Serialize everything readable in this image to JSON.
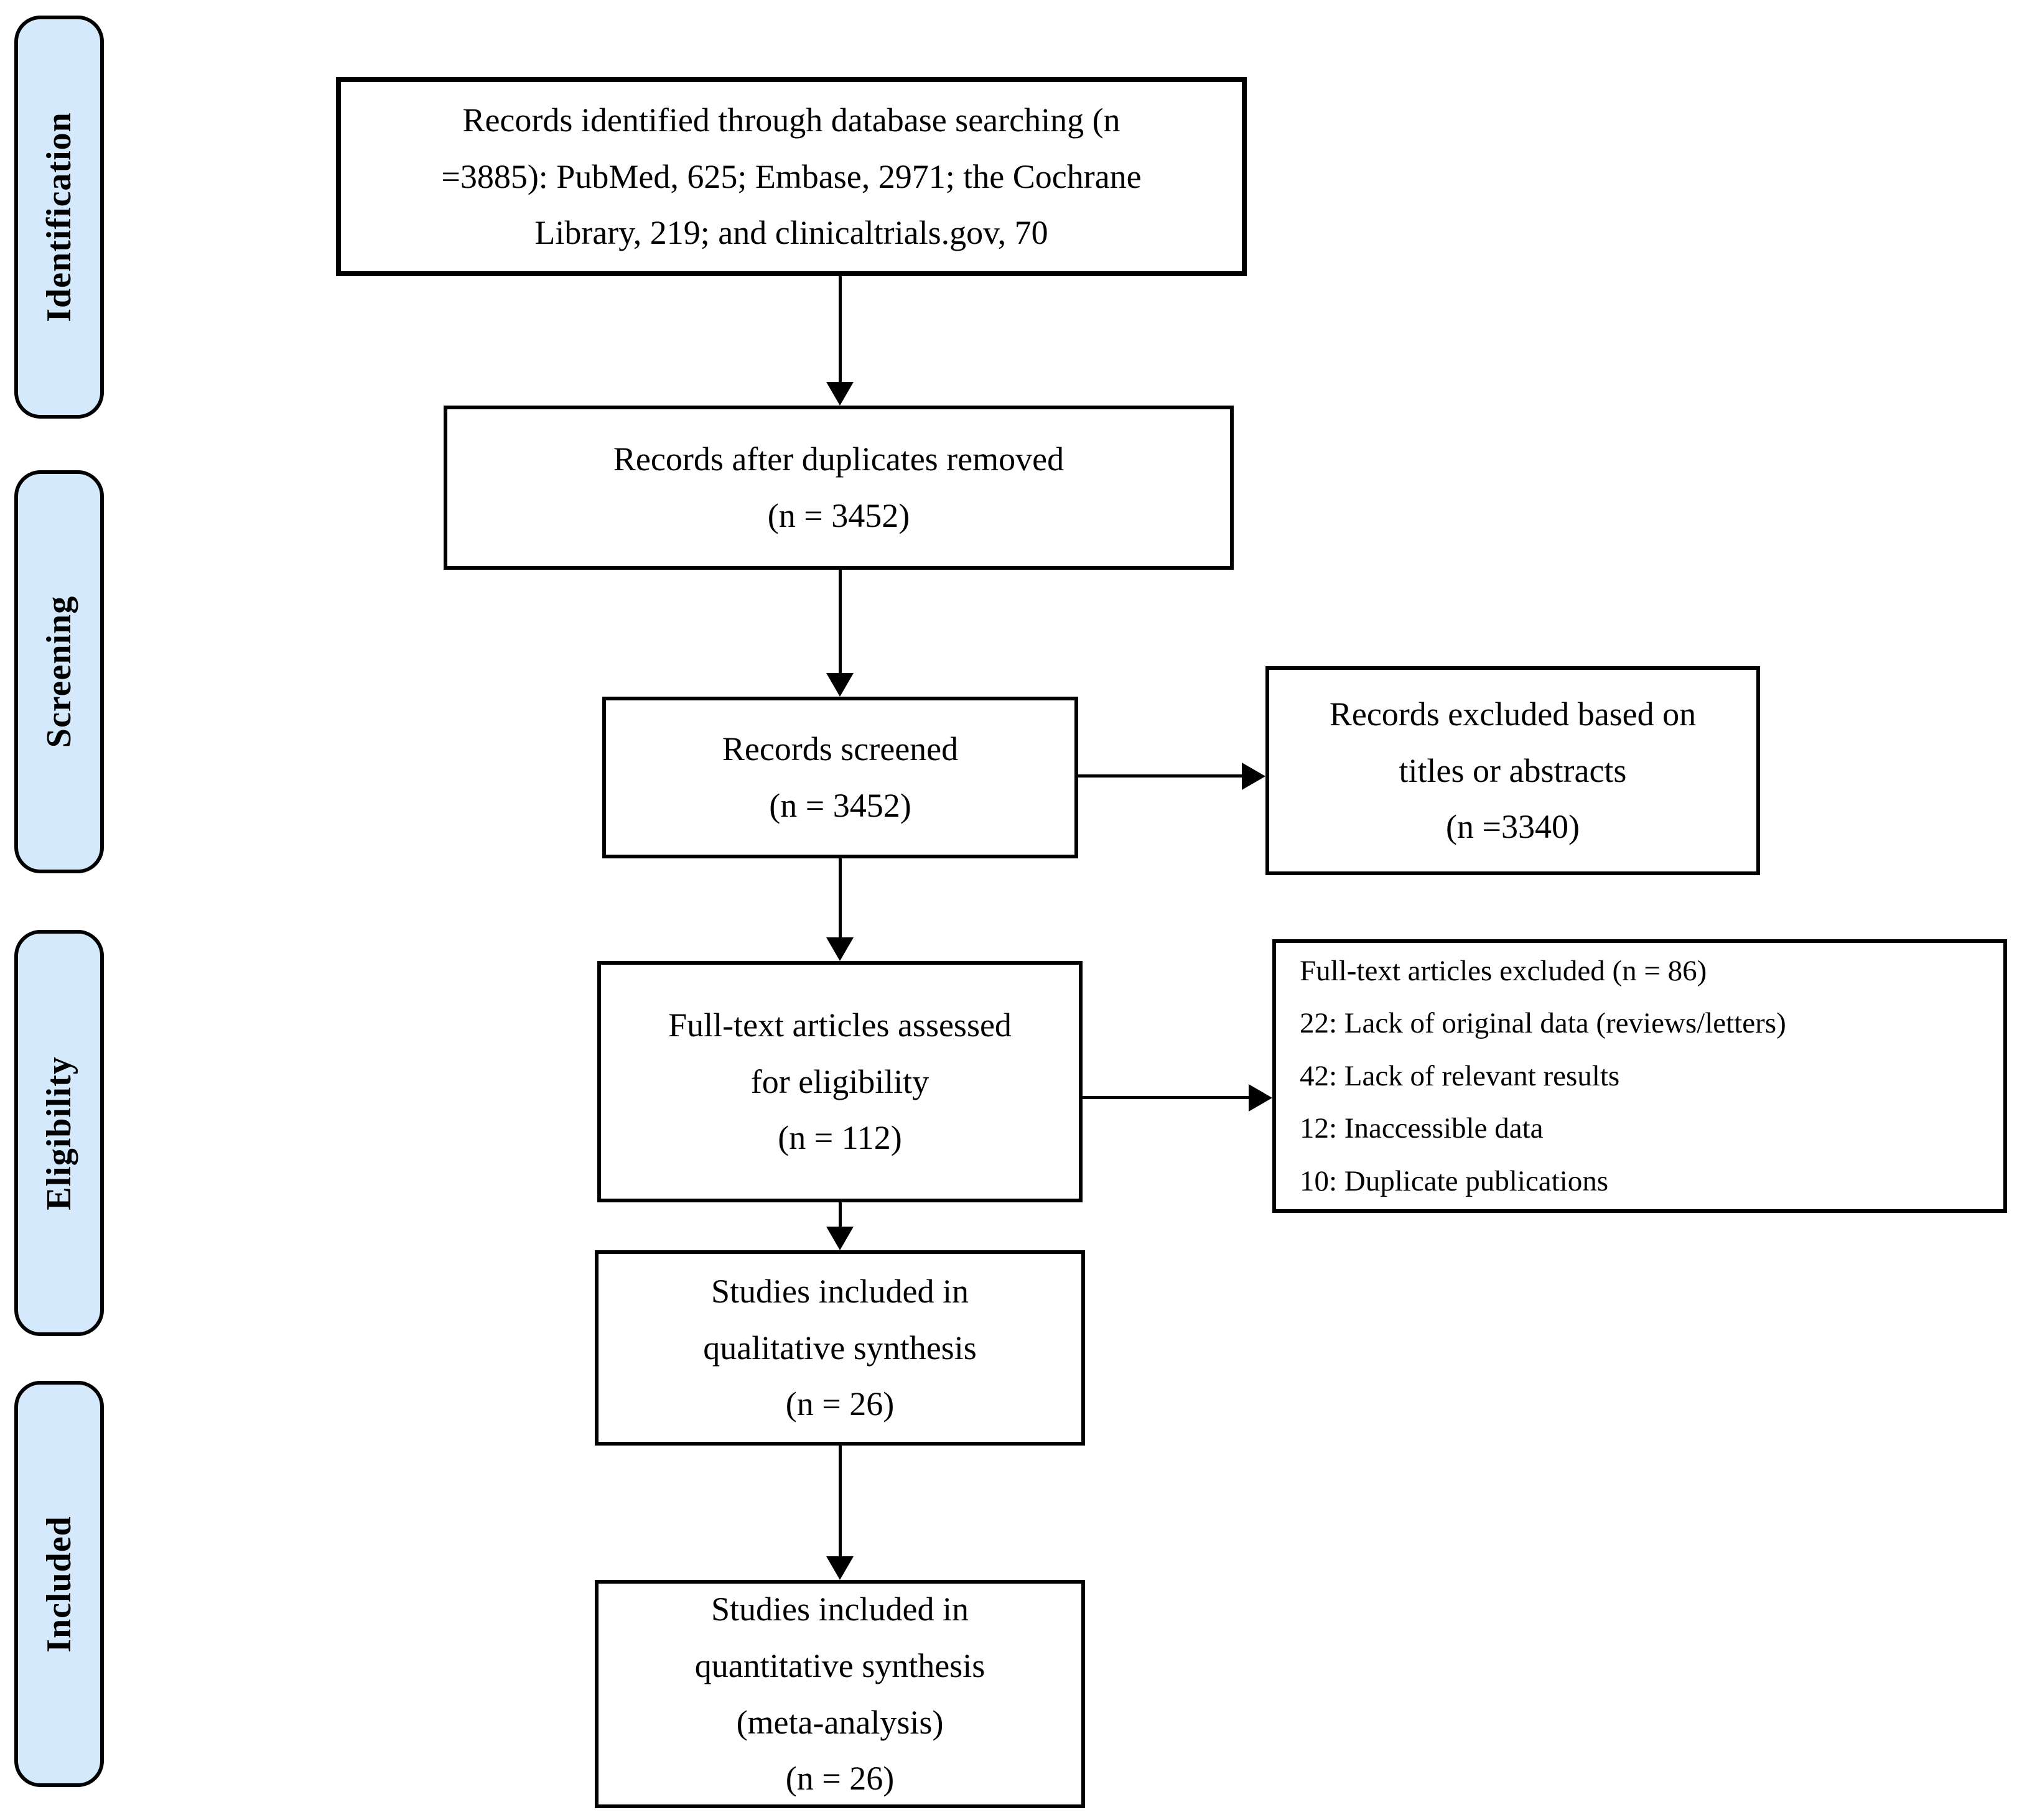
{
  "figure": {
    "type": "prisma-flow-diagram",
    "stages": [
      {
        "label": "Identification"
      },
      {
        "label": "Screening"
      },
      {
        "label": "Eligibility"
      },
      {
        "label": "Included"
      }
    ],
    "boxes": {
      "identified": "Records identified through database searching (n\n=3885): PubMed, 625; Embase, 2971; the Cochrane\nLibrary, 219; and clinicaltrials.gov, 70",
      "duplicates_removed": "Records after duplicates removed\n(n = 3452)",
      "screened": "Records screened\n(n = 3452)",
      "excluded_titles_abstracts": "Records excluded based on\ntitles or abstracts\n(n =3340)",
      "fulltext_assessed": "Full-text articles assessed\nfor eligibility\n(n = 112)",
      "fulltext_excluded": "Full-text articles excluded (n = 86)\n22: Lack of original data (reviews/letters)\n42: Lack of relevant results\n12: Inaccessible data\n10: Duplicate publications",
      "qualitative_synthesis": "Studies included in\nqualitative synthesis\n(n = 26)",
      "quantitative_synthesis": "Studies included in\nquantitative synthesis\n(meta-analysis)\n(n = 26)"
    },
    "colors": {
      "stage_fill": "#d4eafc",
      "box_fill": "#ffffff",
      "line": "#000000"
    }
  }
}
